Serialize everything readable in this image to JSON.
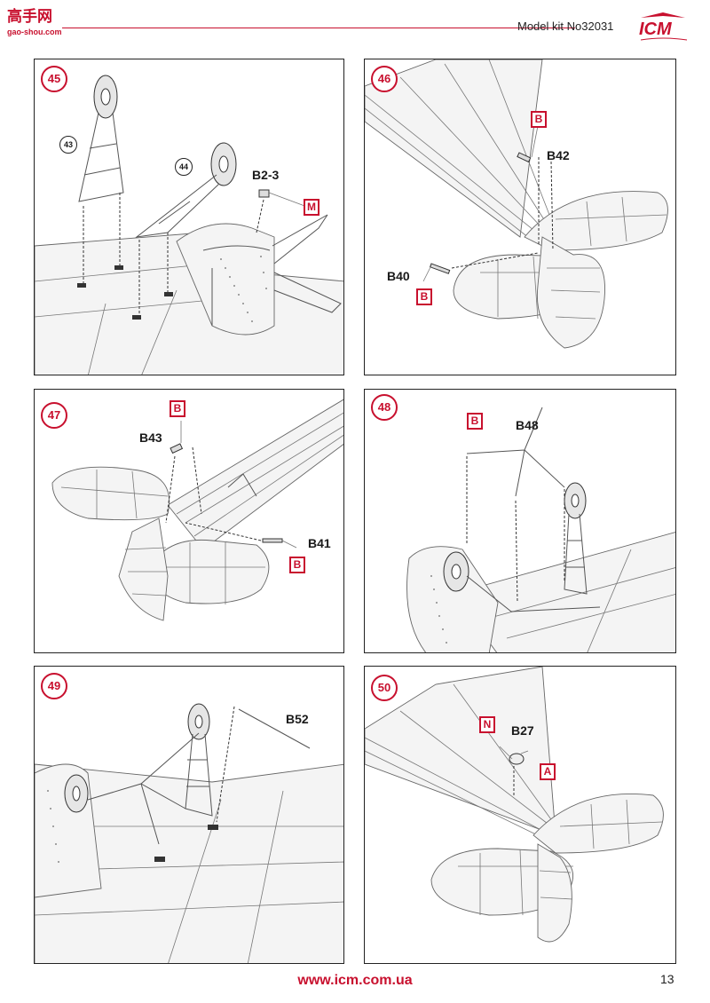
{
  "header": {
    "model_kit": "Model kit No32031",
    "brand": "ICM"
  },
  "watermark": {
    "line1": "高手网",
    "line2": "gao-shou.com"
  },
  "steps": [
    {
      "number": "45",
      "parts": [
        "B2-3"
      ],
      "tags": [
        "M"
      ],
      "callouts": [
        "43",
        "44"
      ]
    },
    {
      "number": "46",
      "parts": [
        "B42",
        "B40"
      ],
      "tags": [
        "B",
        "B"
      ]
    },
    {
      "number": "47",
      "parts": [
        "B43",
        "B41"
      ],
      "tags": [
        "B",
        "B"
      ]
    },
    {
      "number": "48",
      "parts": [
        "B48"
      ],
      "tags": [
        "B"
      ]
    },
    {
      "number": "49",
      "parts": [
        "B52"
      ]
    },
    {
      "number": "50",
      "parts": [
        "B27"
      ],
      "tags": [
        "N",
        "A"
      ]
    }
  ],
  "footer": {
    "url": "www.icm.com.ua",
    "page": "13"
  },
  "colors": {
    "accent": "#c8102e",
    "line": "#555555"
  }
}
